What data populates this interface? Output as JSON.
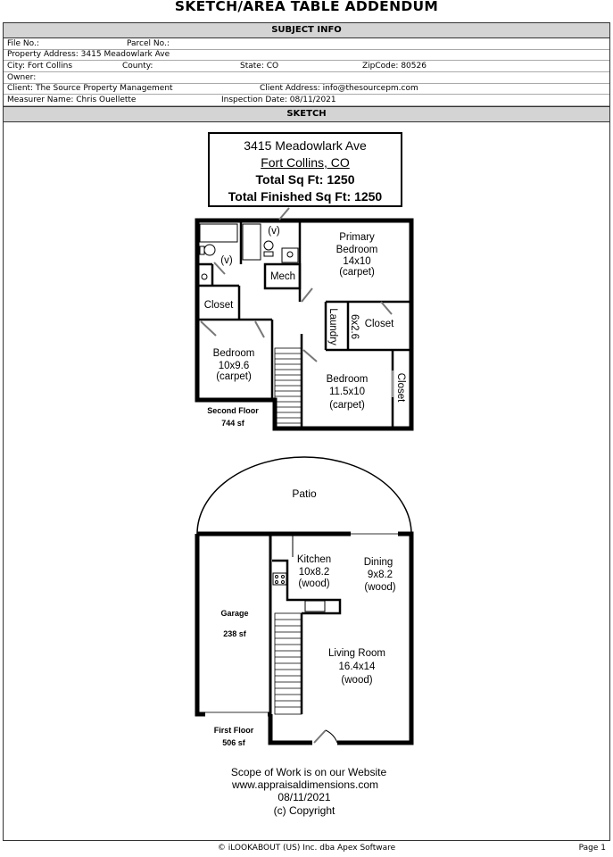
{
  "title": "SKETCH/AREA TABLE ADDENDUM",
  "subject_info": {
    "header": "SUBJECT INFO",
    "file_no": "File No.:",
    "parcel_no": "Parcel No.:",
    "property_address": "Property Address: 3415 Meadowlark Ave",
    "city": "City: Fort Collins",
    "county": "County:",
    "state": "State: CO",
    "zip": "ZipCode: 80526",
    "owner": "Owner:",
    "client": "Client: The Source Property Management",
    "client_address": "Client Address: info@thesourcepm.com",
    "measurer": "Measurer Name: Chris Ouellette",
    "inspection_date": "Inspection Date: 08/11/2021"
  },
  "sketch": {
    "header": "SKETCH",
    "address_box": {
      "street": "3415 Meadowlark Ave",
      "city": "Fort Collins, CO",
      "total": "Total Sq Ft: 1250",
      "finished": "Total Finished Sq Ft: 1250"
    },
    "second_floor": {
      "label": "Second Floor",
      "area": "744 sf",
      "vent1": "(v)",
      "vent2": "(v)",
      "mech": "Mech",
      "primary": [
        "Primary",
        "Bedroom",
        "14x10",
        "(carpet)"
      ],
      "closet_left": "Closet",
      "laundry": [
        "Laundry",
        "6x2.6"
      ],
      "closet_right": "Closet",
      "bedroom_left": [
        "Bedroom",
        "10x9.6",
        "(carpet)"
      ],
      "bedroom_right": [
        "Bedroom",
        "11.5x10",
        "(carpet)"
      ],
      "closet_side": "Closet"
    },
    "first_floor": {
      "label": "First Floor",
      "area": "506 sf",
      "patio": "Patio",
      "kitchen": [
        "Kitchen",
        "10x8.2",
        "(wood)"
      ],
      "dining": [
        "Dining",
        "9x8.2",
        "(wood)"
      ],
      "garage": "Garage",
      "garage_area": "238 sf",
      "living": [
        "Living Room",
        "16.4x14",
        "(wood)"
      ]
    },
    "notes": [
      "Scope of Work is on our Website",
      "www.appraisaldimensions.com",
      "08/11/2021",
      "(c) Copyright"
    ]
  },
  "footer": {
    "copyright": "© iLOOKABOUT (US) Inc. dba Apex Software",
    "page": "Page 1"
  }
}
